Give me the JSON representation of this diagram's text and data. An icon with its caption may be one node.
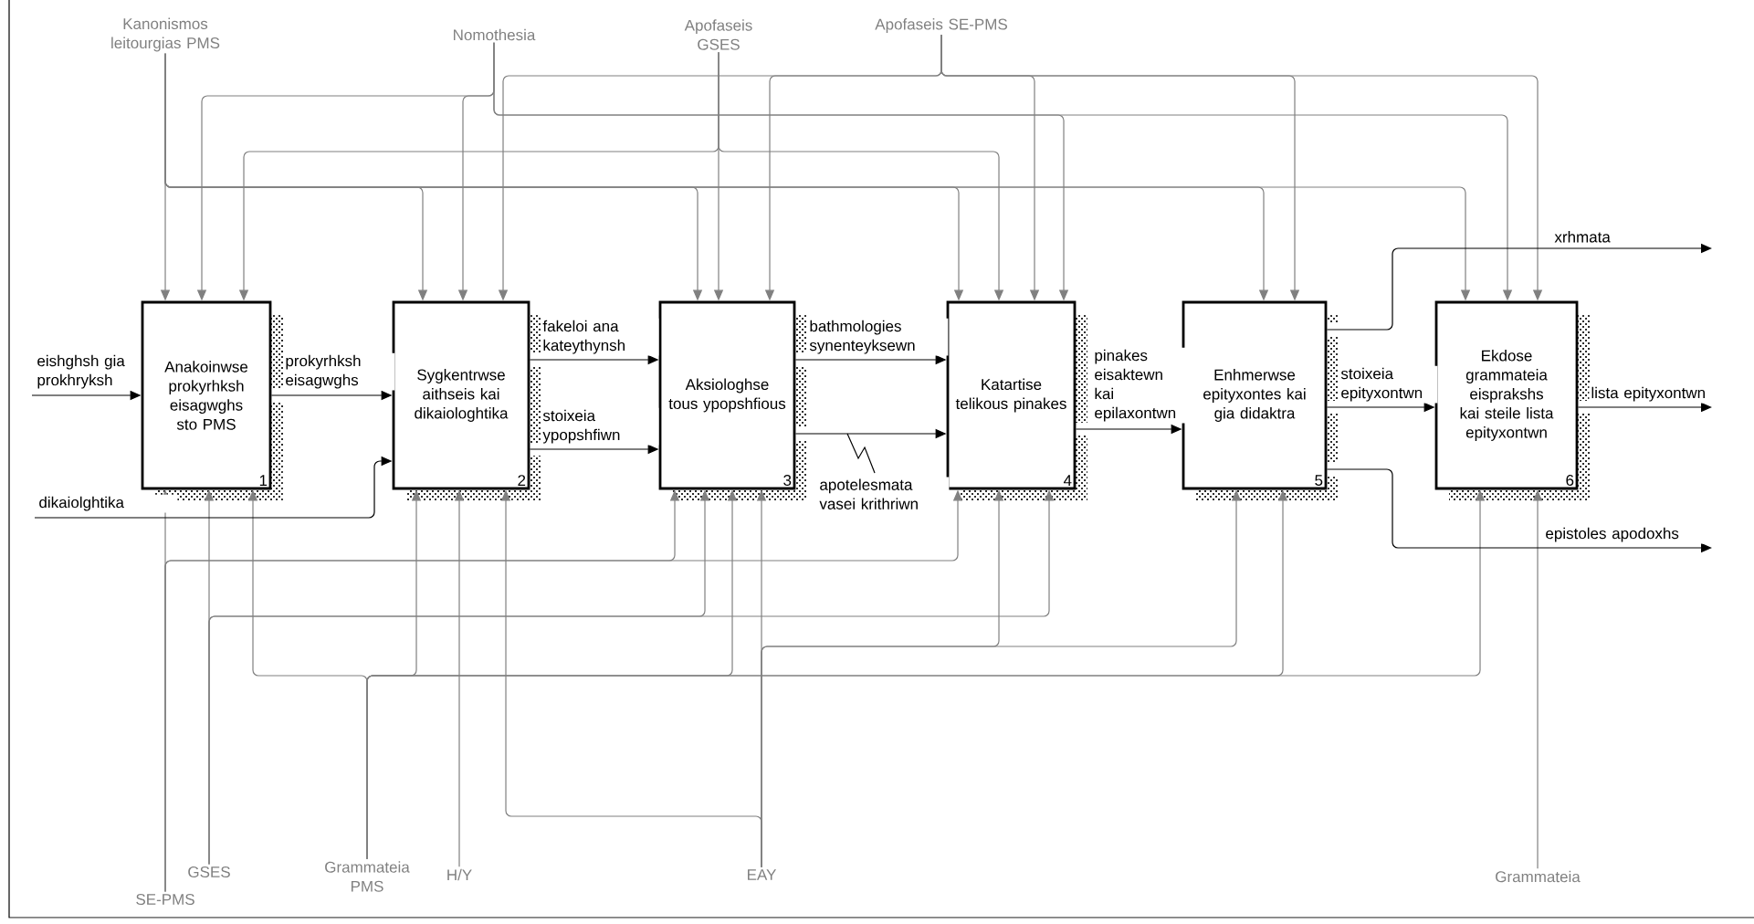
{
  "diagram": {
    "nodes": [
      {
        "text": [
          "Anakoinwse prokyrhksh eisagwghs sto PMS",
          "1"
        ]
      },
      {
        "text": [
          "Sygkentrwse aithseis kai dikaiologhtika",
          "2"
        ]
      },
      {
        "text": [
          "Aksiologhse tous ypopshfious",
          "3"
        ]
      },
      {
        "text": [
          "Katartise telikous pinakes",
          "4"
        ]
      },
      {
        "text": [
          "Enhmerwse epityxontes kai gia didaktra",
          "5"
        ]
      },
      {
        "text": [
          "Ekdose grammateia eisprakshs kai steile lista epityxontwn",
          "6"
        ]
      },
      {
        "text": [
          "Kanonismos leitourgias PMS"
        ]
      },
      {
        "text": [
          "Nomothesia"
        ]
      },
      {
        "text": [
          "Apofaseis GSES"
        ]
      },
      {
        "text": [
          "Apofaseis SE-PMS"
        ]
      },
      {
        "text": [
          "SE-PMS"
        ]
      },
      {
        "text": [
          "GSES"
        ]
      },
      {
        "text": [
          "Grammateia PMS"
        ]
      },
      {
        "text": [
          "H/Y"
        ]
      },
      {
        "text": [
          "EAY"
        ]
      },
      {
        "text": [
          "Grammateia"
        ]
      }
    ],
    "edges": [
      {
        "from": 6,
        "to": 0,
        "arrow": "to"
      },
      {
        "from": 6,
        "to": 1,
        "arrow": "to"
      },
      {
        "from": 6,
        "to": 2,
        "arrow": "to"
      },
      {
        "from": 6,
        "to": 3,
        "arrow": "to"
      },
      {
        "from": 6,
        "to": 4,
        "arrow": "to"
      },
      {
        "from": 6,
        "to": 5,
        "arrow": "to"
      },
      {
        "from": 7,
        "to": 0,
        "arrow": "to"
      },
      {
        "from": 7,
        "to": 1,
        "arrow": "to"
      },
      {
        "from": 7,
        "to": 3,
        "arrow": "to"
      },
      {
        "from": 7,
        "to": 5,
        "arrow": "to"
      },
      {
        "from": 8,
        "to": 0,
        "arrow": "to"
      },
      {
        "from": 8,
        "to": 2,
        "arrow": "to"
      },
      {
        "from": 8,
        "to": 3,
        "arrow": "to"
      },
      {
        "from": 9,
        "to": 1,
        "arrow": "to"
      },
      {
        "from": 9,
        "to": 2,
        "arrow": "to"
      },
      {
        "from": 9,
        "to": 3,
        "arrow": "to"
      },
      {
        "from": 9,
        "to": 4,
        "arrow": "to"
      },
      {
        "from": 9,
        "to": 5,
        "arrow": "to"
      },
      {
        "from": 10,
        "to": 0,
        "arrow": "to"
      },
      {
        "from": 10,
        "to": 2,
        "arrow": "to"
      },
      {
        "from": 10,
        "to": 3,
        "arrow": "to"
      },
      {
        "from": 11,
        "to": 0,
        "arrow": "to"
      },
      {
        "from": 11,
        "to": 2,
        "arrow": "to"
      },
      {
        "from": 11,
        "to": 3,
        "arrow": "to"
      },
      {
        "from": 12,
        "to": 0,
        "arrow": "to"
      },
      {
        "from": 12,
        "to": 1,
        "arrow": "to"
      },
      {
        "from": 12,
        "to": 2,
        "arrow": "to"
      },
      {
        "from": 12,
        "to": 4,
        "arrow": "to"
      },
      {
        "from": 12,
        "to": 5,
        "arrow": "to"
      },
      {
        "from": 13,
        "to": 1,
        "arrow": "to"
      },
      {
        "from": 14,
        "to": 1,
        "arrow": "to"
      },
      {
        "from": 14,
        "to": 2,
        "arrow": "to"
      },
      {
        "from": 14,
        "to": 3,
        "arrow": "to"
      },
      {
        "from": 14,
        "to": 4,
        "arrow": "to"
      },
      {
        "from": 15,
        "to": 5,
        "arrow": "to"
      },
      {
        "from": null,
        "to": 0,
        "arrow": "to",
        "label": "eishghsh gia prokhryksh",
        "color": "#000000"
      },
      {
        "from": null,
        "to": 1,
        "arrow": "to",
        "label": "dikaiolghtika",
        "color": "#000000"
      },
      {
        "from": 0,
        "to": 1,
        "arrow": "to",
        "label": "prokyrhksh eisagwghs",
        "color": "#000000"
      },
      {
        "from": 1,
        "to": 2,
        "arrow": "to",
        "label": "fakeloi ana kateythynsh",
        "color": "#000000"
      },
      {
        "from": 1,
        "to": 2,
        "arrow": "to",
        "label": "stoixeia ypopshfiwn",
        "color": "#000000"
      },
      {
        "from": 2,
        "to": 3,
        "arrow": "to",
        "label": "bathmologies synenteyksewn",
        "color": "#000000"
      },
      {
        "from": 2,
        "to": 3,
        "arrow": "to",
        "label": "apotelesmata vasei krithriwn",
        "color": "#000000"
      },
      {
        "from": 3,
        "to": 4,
        "arrow": "to",
        "label": "pinakes eisaktewn kai epilaxontwn",
        "color": "#000000"
      },
      {
        "from": 4,
        "to": 5,
        "arrow": "to",
        "label": "stoixeia epityxontwn",
        "color": "#000000"
      },
      {
        "from": 4,
        "to": null,
        "arrow": "to",
        "label": "xrhmata",
        "color": "#000000"
      },
      {
        "from": 4,
        "to": null,
        "arrow": "to",
        "label": "epistoles apodoxhs",
        "color": "#000000"
      },
      {
        "from": 5,
        "to": null,
        "arrow": "to",
        "label": "lista epityxontwn",
        "color": "#000000"
      }
    ]
  }
}
